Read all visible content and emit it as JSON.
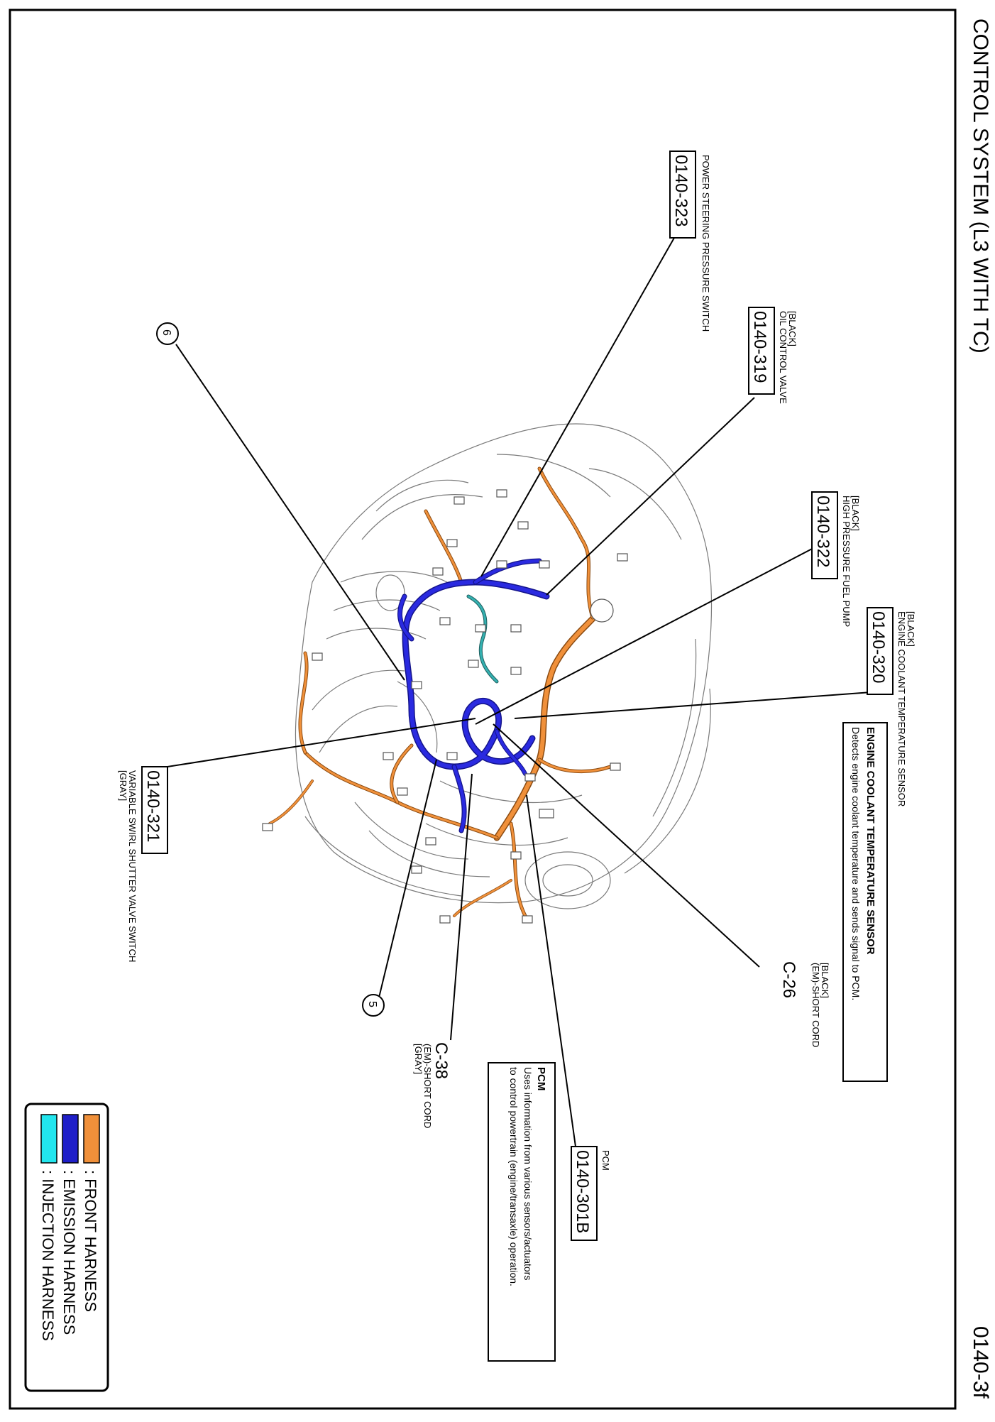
{
  "page": {
    "title": "CONTROL SYSTEM (L3 WITH TC)",
    "page_code": "0140-3f"
  },
  "callouts": {
    "ps_switch": {
      "code": "0140-323",
      "label": "POWER STEERING PRESSURE SWITCH"
    },
    "ocv": {
      "code": "0140-319",
      "color": "[BLACK]",
      "label": "OIL CONTROL VALVE"
    },
    "hpfp": {
      "code": "0140-322",
      "color": "[BLACK]",
      "label": "HIGH PRESSURE FUEL PUMP"
    },
    "ect": {
      "code": "0140-320",
      "color": "[BLACK]",
      "label": "ENGINE COOLANT TEMPERATURE SENSOR"
    },
    "vss": {
      "code": "0140-321",
      "color": "[GRAY]",
      "label": "VARIABLE SWIRL SHUTTER VALVE SWITCH"
    },
    "c26": {
      "code": "C-26",
      "color": "[BLACK]",
      "label": "(EM)-SHORT CORD"
    },
    "c38": {
      "code": "C-38",
      "color": "[GRAY]",
      "label": "(EM)-SHORT CORD"
    },
    "pcm": {
      "code": "0140-301B",
      "label": "PCM"
    },
    "circle6": "6",
    "circle5": "5"
  },
  "notes": {
    "ect": {
      "heading": "ENGINE COOLANT TEMPERATURE SENSOR",
      "body": "Detects engine coolant temperature and sends signal to PCM."
    },
    "pcm": {
      "heading": "PCM",
      "line1": "Uses information from various sensors/actuators",
      "line2": "to control powertrain (engine/transaxle) operation."
    }
  },
  "legend": {
    "items": [
      {
        "label": ": FRONT HARNESS",
        "color": "#f0903a"
      },
      {
        "label": ": EMISSION HARNESS",
        "color": "#1f1fc8"
      },
      {
        "label": ": INJECTION HARNESS",
        "color": "#22e6ee"
      }
    ]
  },
  "colors": {
    "front_harness": "#f0903a",
    "emission_harness": "#1f1fc8",
    "injection_harness": "#1f8a8a"
  }
}
